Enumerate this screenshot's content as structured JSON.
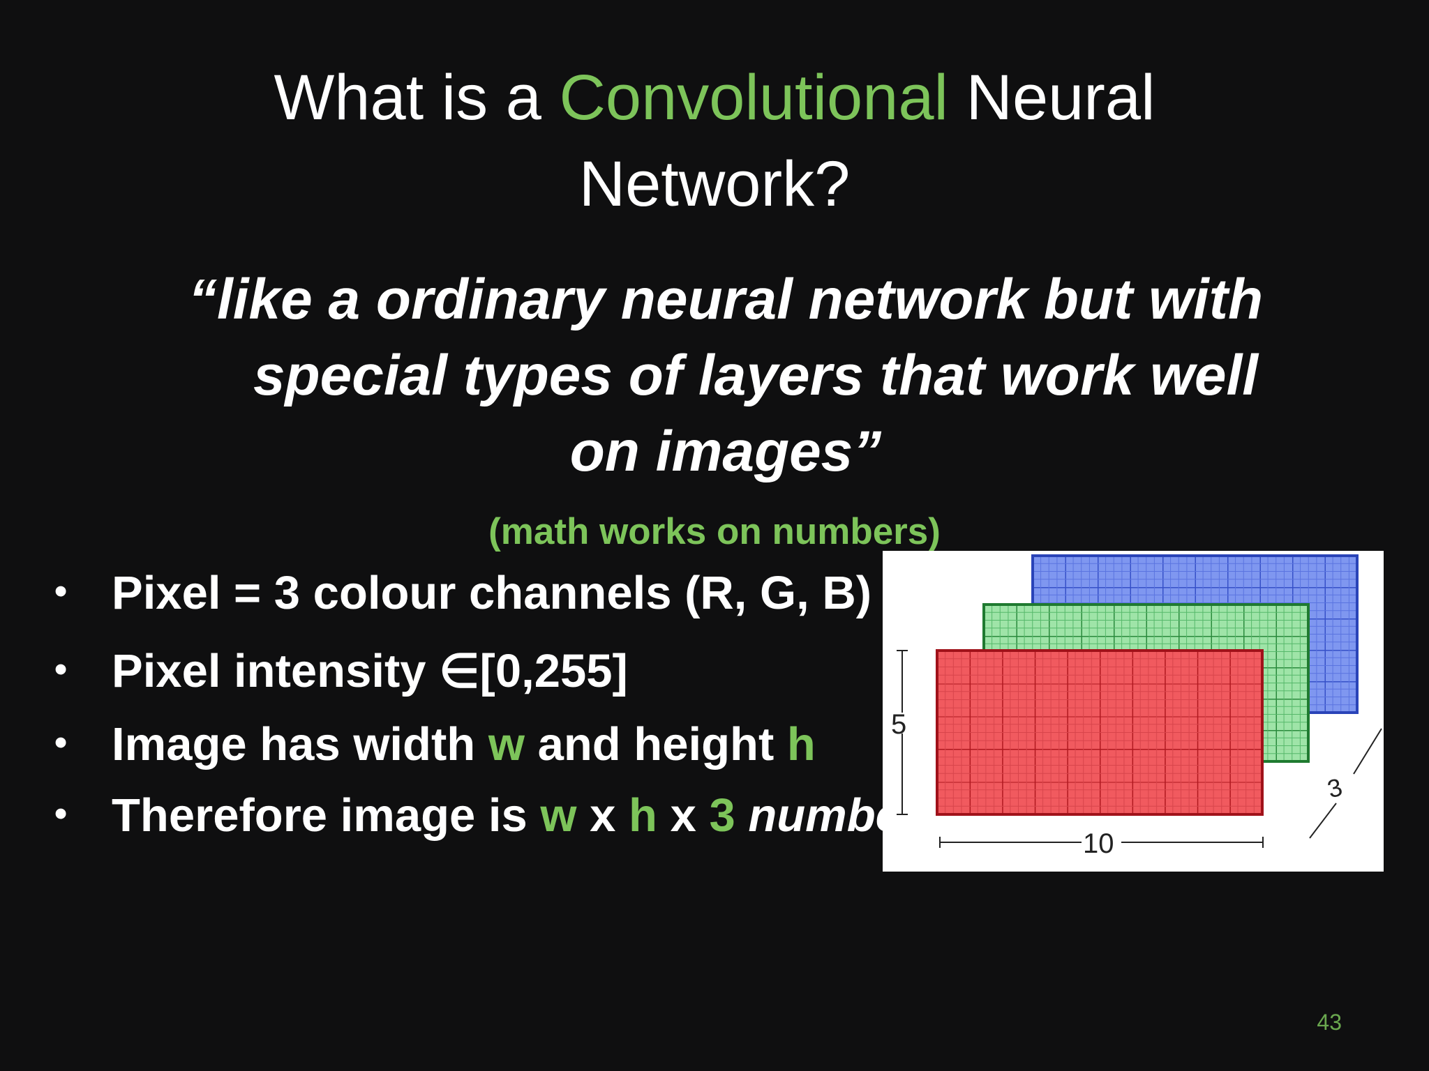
{
  "slide": {
    "title": {
      "part1": "What is a ",
      "highlight": "Convolutional",
      "part2": " Neural",
      "line2": "Network?"
    },
    "quote": {
      "line1": "“like a ordinary neural network but with",
      "line2": "special types of layers that work well",
      "line3": "on images”"
    },
    "note": "(math works on numbers)",
    "bullets": [
      {
        "segments": [
          {
            "text": "Pixel = 3 colour channels (R, G, B)"
          }
        ]
      },
      {
        "segments": [
          {
            "text": "Pixel intensity ∈[0,255]"
          }
        ]
      },
      {
        "segments": [
          {
            "text": "Image has width "
          },
          {
            "text": "w"
          },
          {
            "text": " and height "
          },
          {
            "text": "h"
          }
        ]
      },
      {
        "segments": [
          {
            "text": "Therefore image is "
          },
          {
            "text": "w"
          },
          {
            "text": " x "
          },
          {
            "text": "h"
          },
          {
            "text": " x "
          },
          {
            "text": "3"
          },
          {
            "text": " numbers"
          }
        ]
      }
    ],
    "figure": {
      "height_label": "5",
      "width_label": "10",
      "depth_label": "3",
      "layer_colors": {
        "red": "#f15a5f",
        "green": "#9fe4a8",
        "blue": "#7f97f0"
      }
    },
    "page_number": "43"
  }
}
